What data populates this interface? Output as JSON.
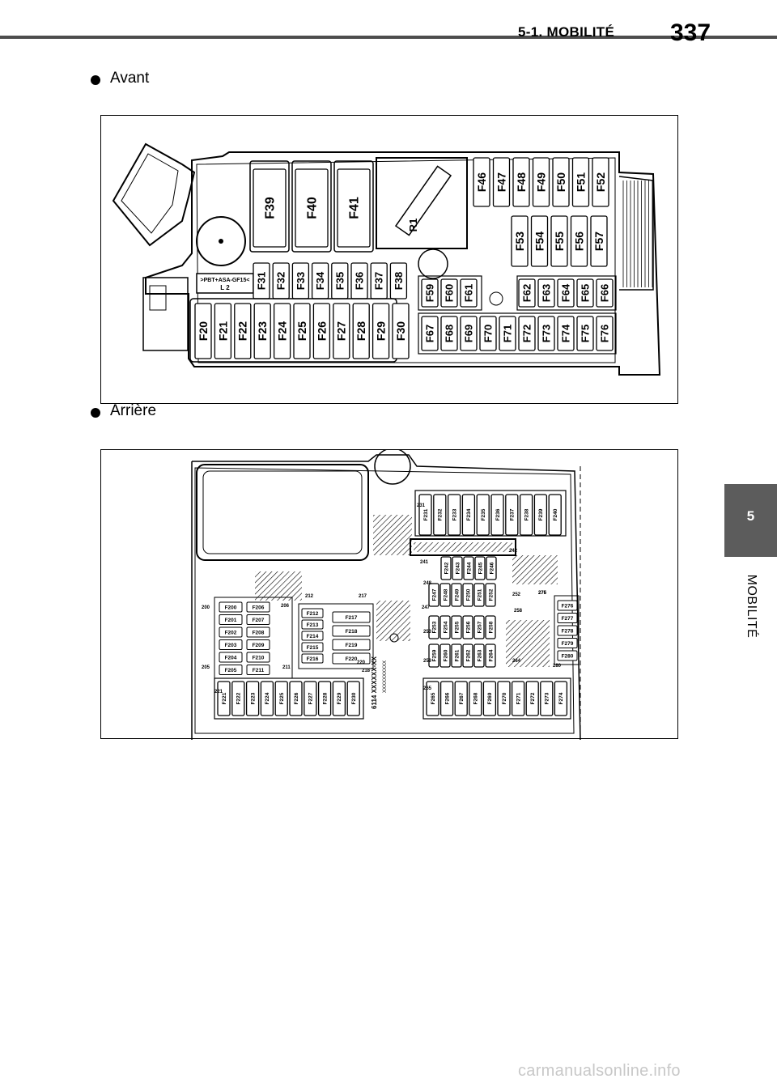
{
  "header": {
    "chapter": "5-1. MOBILITÉ",
    "page_number": "337"
  },
  "side_tab": {
    "number": "5",
    "label": "MOBILITÉ"
  },
  "sections": [
    {
      "label": "Avant"
    },
    {
      "label": "Arrière"
    }
  ],
  "front_box": {
    "badge_line1": ">PBT+ASA-GF15<",
    "badge_line2": "L 2",
    "relay": "R1",
    "large_fuses": [
      "F39",
      "F40",
      "F41"
    ],
    "top_right_row1": [
      "F46",
      "F47",
      "F48",
      "F49",
      "F50",
      "F51",
      "F52"
    ],
    "top_right_row2": [
      "F53",
      "F54",
      "F55",
      "F56",
      "F57"
    ],
    "mini_row": [
      "F31",
      "F32",
      "F33",
      "F34",
      "F35",
      "F36",
      "F37",
      "F38"
    ],
    "main_row": [
      "F20",
      "F21",
      "F22",
      "F23",
      "F24",
      "F25",
      "F26",
      "F27",
      "F28",
      "F29",
      "F30"
    ],
    "mid_upper": [
      "F59",
      "F60",
      "F61"
    ],
    "right_upper": [
      "F62",
      "F63",
      "F64",
      "F65",
      "F66"
    ],
    "bottom_row": [
      "F67",
      "F68",
      "F69",
      "F70",
      "F71",
      "F72",
      "F73",
      "F74",
      "F75",
      "F76"
    ]
  },
  "rear_box": {
    "top_row": [
      "F231",
      "F232",
      "F233",
      "F234",
      "F235",
      "F236",
      "F237",
      "F238",
      "F239",
      "F240"
    ],
    "row_242": [
      "F242",
      "F243",
      "F244",
      "F245",
      "F246"
    ],
    "row_247": [
      "F247",
      "F248",
      "F249",
      "F250",
      "F251",
      "F252"
    ],
    "row_253": [
      "F253",
      "F254",
      "F255",
      "F256",
      "F257",
      "F258"
    ],
    "row_259": [
      "F259",
      "F260",
      "F261",
      "F262",
      "F263",
      "F264"
    ],
    "left_col_a": [
      "F200",
      "F201",
      "F202",
      "F203",
      "F204",
      "F205"
    ],
    "left_col_b": [
      "F206",
      "F207",
      "F208",
      "F209",
      "F210",
      "F211"
    ],
    "mid_small": [
      "F212",
      "F213",
      "F214",
      "F215",
      "F216"
    ],
    "mid_large": [
      "F217",
      "F218",
      "F219",
      "F220"
    ],
    "right_col": [
      "F276",
      "F277",
      "F278",
      "F279",
      "F280"
    ],
    "bottom_left": [
      "F221",
      "F222",
      "F223",
      "F224",
      "F225",
      "F226",
      "F227",
      "F228",
      "F229",
      "F230"
    ],
    "bottom_right": [
      "F265",
      "F266",
      "F267",
      "F268",
      "F269",
      "F270",
      "F271",
      "F272",
      "F273",
      "F274"
    ],
    "zone_labels": [
      "200",
      "205",
      "206",
      "211",
      "212",
      "217",
      "218",
      "220",
      "221",
      "231",
      "241",
      "242",
      "247",
      "248",
      "252",
      "253",
      "258",
      "259",
      "264",
      "265",
      "275",
      "276",
      "280"
    ],
    "part_code": "6114 XXXXXX-XX",
    "part_code2": "XXXXXXXXXX"
  },
  "footer": {
    "watermark": "carmanualsonline.info"
  }
}
